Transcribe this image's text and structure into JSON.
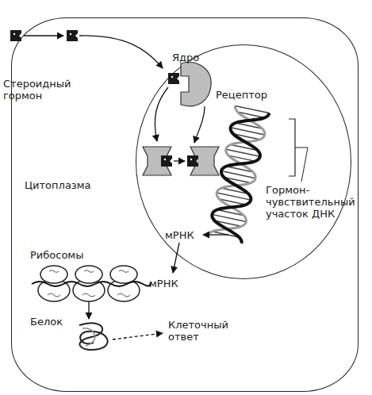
{
  "diagram": {
    "nodes": [
      {
        "text": [
          "Цитоплазма"
        ]
      },
      {
        "text": [
          "Ядро"
        ],
        "in": 0
      }
    ],
    "labels": [
      "Стероидный гормон",
      "Рецептор",
      "Гормон-чувствительный участок ДНК",
      "мРНК",
      "Рибосомы",
      "мРНК",
      "Белок",
      "Клеточный ответ"
    ]
  }
}
